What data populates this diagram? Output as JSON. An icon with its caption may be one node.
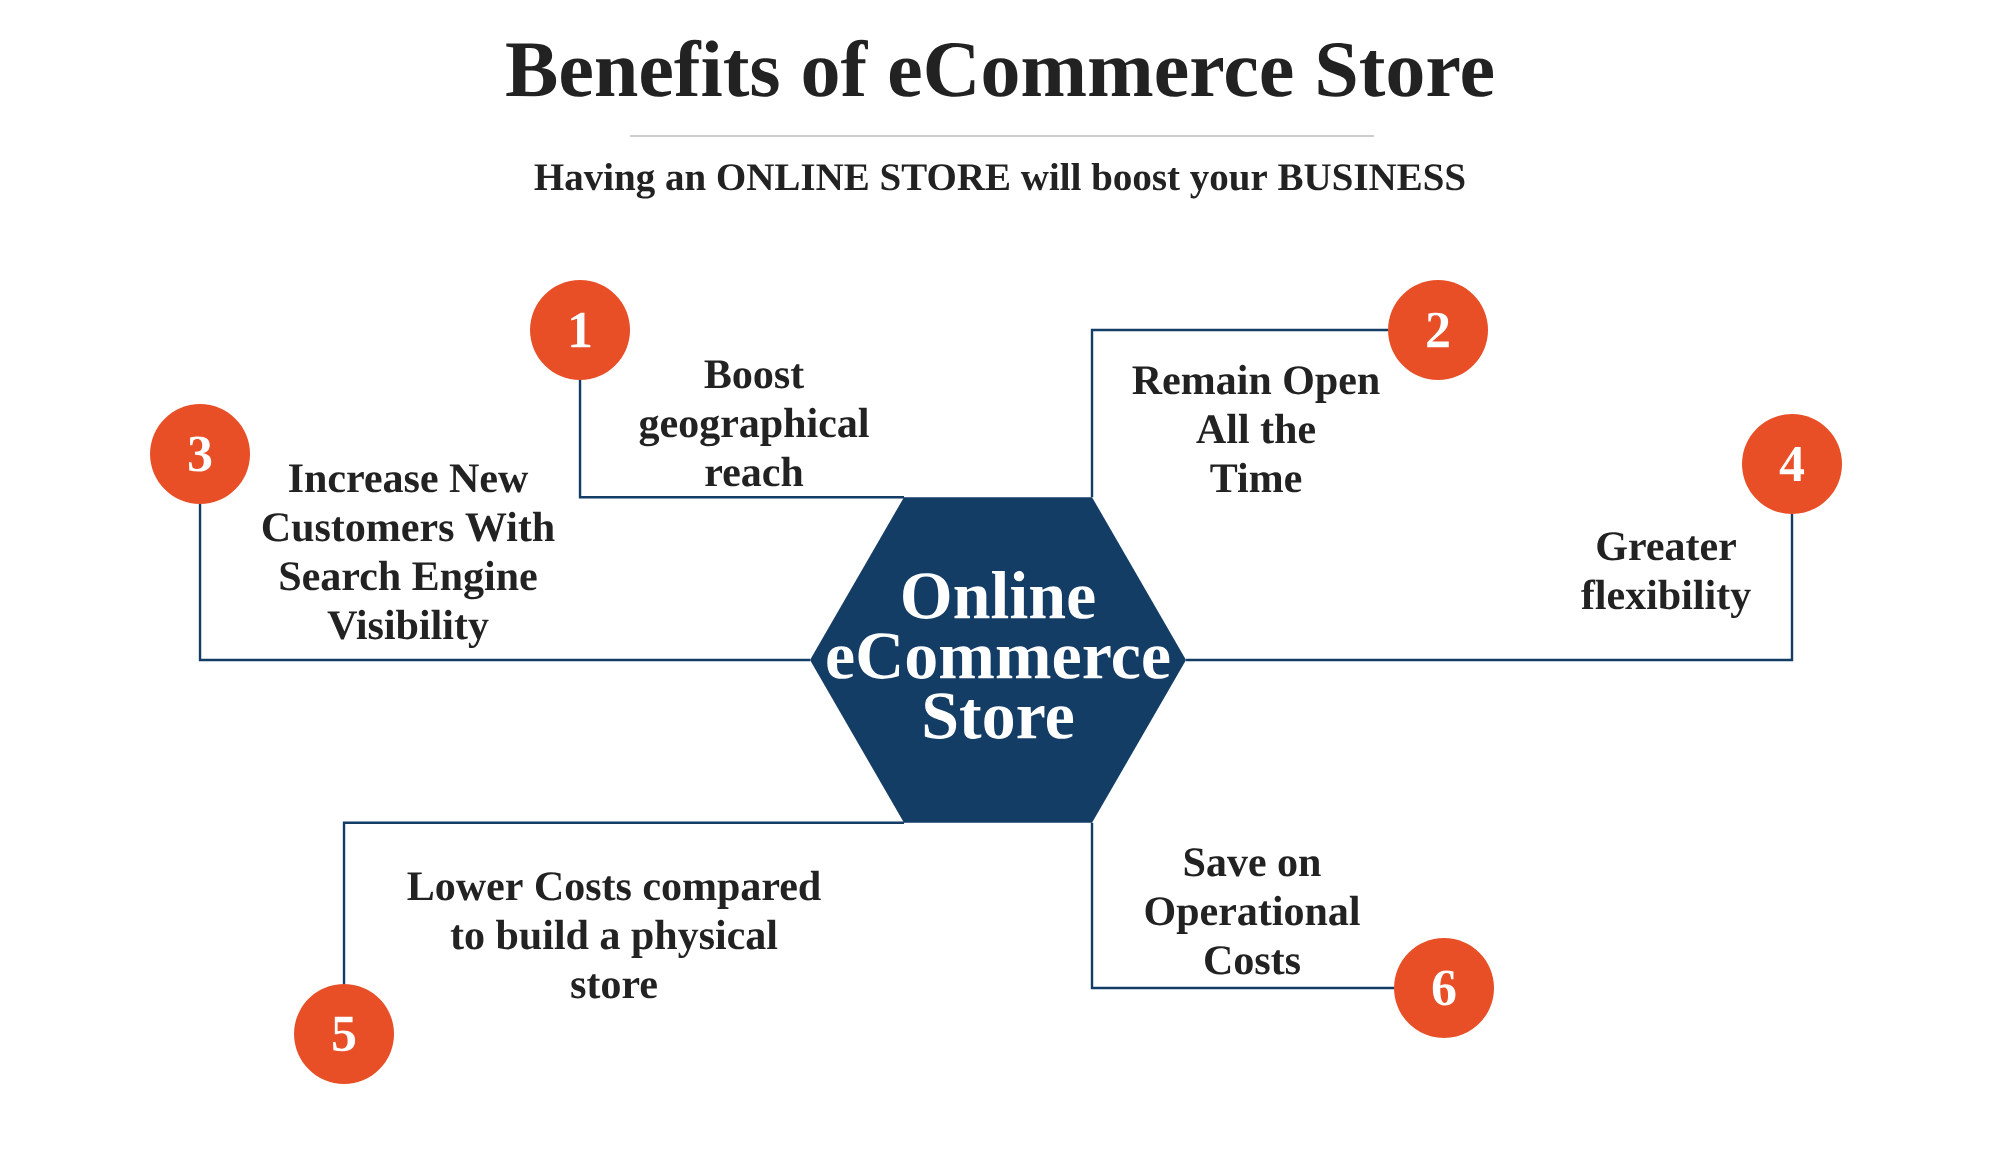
{
  "diagram": {
    "title": "Benefits of eCommerce Store",
    "nodes": [
      {
        "text": [
          "Online eCommerce Store"
        ]
      },
      {
        "text": [
          "1"
        ],
        "beside": [
          "Boost geographical reach"
        ]
      },
      {
        "text": [
          "2"
        ],
        "beside": [
          "Remain Open All the Time"
        ]
      },
      {
        "text": [
          "3"
        ],
        "beside": [
          "Increase New Customers With Search Engine Visibility"
        ]
      },
      {
        "text": [
          "4"
        ],
        "beside": [
          "Greater flexibility"
        ]
      },
      {
        "text": [
          "5"
        ],
        "beside": [
          "Lower Costs compared to build a physical store"
        ]
      },
      {
        "text": [
          "6"
        ],
        "beside": [
          "Save on Operational Costs"
        ]
      }
    ],
    "edges": [
      {
        "from": 0,
        "to": 1,
        "arrow": "none"
      },
      {
        "from": 0,
        "to": 2,
        "arrow": "none"
      },
      {
        "from": 0,
        "to": 3,
        "arrow": "none"
      },
      {
        "from": 0,
        "to": 4,
        "arrow": "none"
      },
      {
        "from": 0,
        "to": 5,
        "arrow": "none"
      },
      {
        "from": 0,
        "to": 6,
        "arrow": "none"
      }
    ],
    "labels": [
      "Having an ONLINE STORE will boost your BUSINESS"
    ]
  }
}
